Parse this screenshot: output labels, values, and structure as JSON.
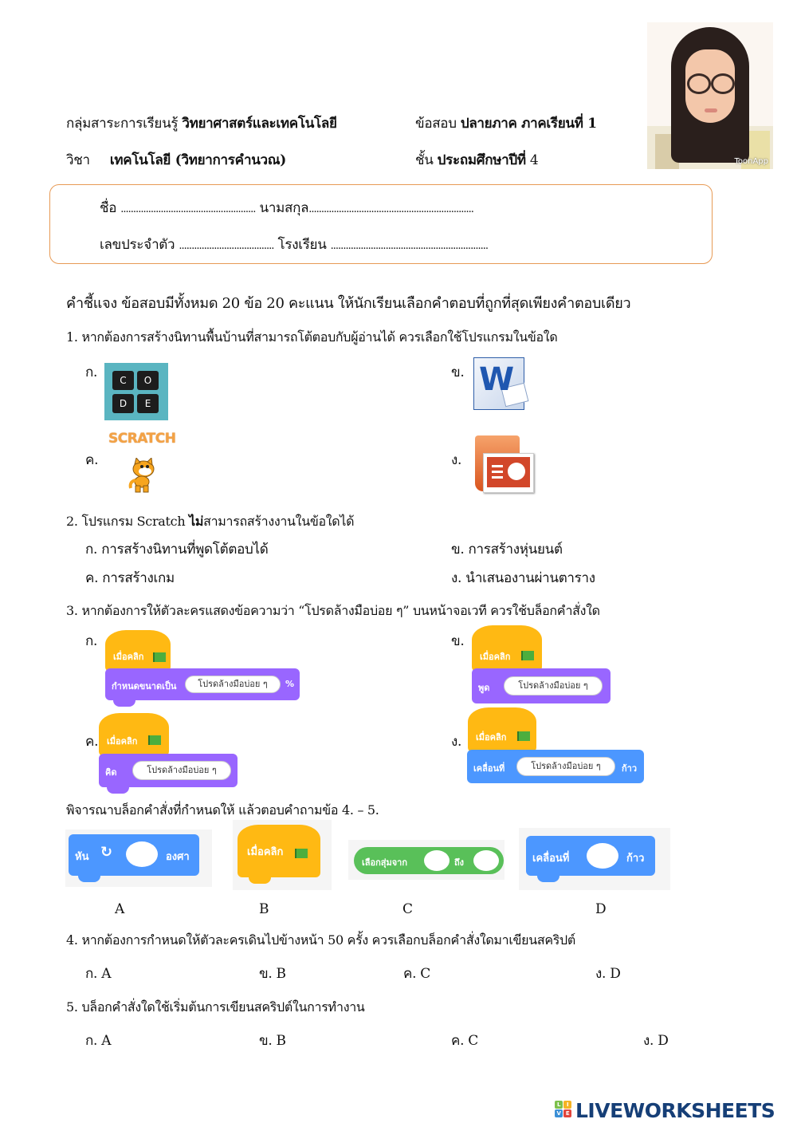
{
  "header": {
    "subject_group_label": "กลุ่มสาระการเรียนรู้",
    "subject_group_value": "วิทยาศาสตร์และเทคโนโลยี",
    "exam_label": "ข้อสอบ",
    "exam_value": "ปลายภาค  ภาคเรียนที่ 1",
    "course_label": "วิชา",
    "course_value": "เทคโนโลยี (วิทยาการคำนวณ)",
    "grade_label": "ชั้น",
    "grade_value": "ประถมศึกษาปีที่",
    "grade_number": "4",
    "avatar_watermark": "ToonApp"
  },
  "student_info": {
    "name_label": "ชื่อ",
    "name_dots": "......................................................",
    "surname_label": "นามสกุล",
    "surname_dots": "..................................................................",
    "id_label": "เลขประจำตัว",
    "id_dots": "......................................",
    "school_label": "โรงเรียน",
    "school_dots": "..............................................................."
  },
  "instructions": "คำชี้แจง  ข้อสอบมีทั้งหมด  20 ข้อ  20 คะแนน ให้นักเรียนเลือกคำตอบที่ถูกที่สุดเพียงคำตอบเดียว",
  "questions": [
    {
      "number": "1.",
      "text": "1. หากต้องการสร้างนิทานพื้นบ้านที่สามารถโต้ตอบกับผู้อ่านได้ ควรเลือกใช้โปรแกรมในข้อใด",
      "options": [
        {
          "label": "ก.",
          "icon": "code-org-icon",
          "icon_letters": [
            "C",
            "O",
            "D",
            "E"
          ]
        },
        {
          "label": "ข.",
          "icon": "microsoft-word-icon",
          "icon_letter": "W"
        },
        {
          "label": "ค.",
          "icon": "scratch-cat-icon",
          "icon_text": "SCRATCH"
        },
        {
          "label": "ง.",
          "icon": "powerpoint-icon"
        }
      ]
    },
    {
      "number": "2.",
      "text_before": "2. โปรแกรม Scratch ",
      "text_bold": "ไม่",
      "text_after": "สามารถสร้างงานในข้อใดได้",
      "options": [
        {
          "label": "ก.",
          "text": "ก. การสร้างนิทานที่พูดโต้ตอบได้"
        },
        {
          "label": "ข.",
          "text": "ข. การสร้างหุ่นยนต์"
        },
        {
          "label": "ค.",
          "text": "ค. การสร้างเกม"
        },
        {
          "label": "ง.",
          "text": "ง. นำเสนองานผ่านตาราง"
        }
      ]
    },
    {
      "number": "3.",
      "text": "3. หากต้องการให้ตัวละครแสดงข้อความว่า “โปรดล้างมือบ่อย ๆ” บนหน้าจอเวที ควรใช้บล็อกคำสั่งใด",
      "options": [
        {
          "label": "ก.",
          "hat": "เมื่อคลิก",
          "block": "กำหนดขนาดเป็น",
          "input": "โปรดล้างมือบ่อย ๆ",
          "suffix": "%",
          "block_color": "#9966ff"
        },
        {
          "label": "ข.",
          "hat": "เมื่อคลิก",
          "block": "พูด",
          "input": "โปรดล้างมือบ่อย ๆ",
          "suffix": "",
          "block_color": "#9966ff"
        },
        {
          "label": "ค.",
          "hat": "เมื่อคลิก",
          "block": "คิด",
          "input": "โปรดล้างมือบ่อย ๆ",
          "suffix": "",
          "block_color": "#9966ff"
        },
        {
          "label": "ง.",
          "hat": "เมื่อคลิก",
          "block": "เคลื่อนที่",
          "input": "โปรดล้างมือบ่อย ๆ",
          "suffix": "ก้าว",
          "block_color": "#4c97ff"
        }
      ]
    }
  ],
  "block_section": {
    "intro": "พิจารณาบล็อกคำสั่งที่กำหนดให้ แล้วตอบคำถามข้อ 4. – 5.",
    "blocks": [
      {
        "id": "A",
        "text_left": "หัน",
        "text_right": "องศา",
        "color": "#4c97ff"
      },
      {
        "id": "B",
        "text_left": "เมื่อคลิก",
        "color": "#ffb913"
      },
      {
        "id": "C",
        "text_left": "เลือกสุ่มจาก",
        "text_mid": "ถึง",
        "color": "#59c059"
      },
      {
        "id": "D",
        "text_left": "เคลื่อนที่",
        "text_right": "ก้าว",
        "color": "#4c97ff"
      }
    ]
  },
  "question4": {
    "text": "4. หากต้องการกำหนดให้ตัวละครเดินไปข้างหน้า 50 ครั้ง ควรเลือกบล็อกคำสั่งใดมาเขียนสคริปต์",
    "options": [
      "ก. A",
      "ข. B",
      "ค. C",
      "ง. D"
    ]
  },
  "question5": {
    "text": "5. บล็อกคำสั่งใดใช้เริ่มต้นการเขียนสคริปต์ในการทำงาน",
    "options": [
      "ก. A",
      "ข. B",
      "ค. C",
      "ง. D"
    ]
  },
  "footer": {
    "brand": "LIVEWORKSHEETS",
    "tiles": [
      "L",
      "I",
      "V",
      "E"
    ],
    "tile_colors": [
      "#7cc04b",
      "#f5b324",
      "#3b8fd6",
      "#e2453c"
    ]
  }
}
